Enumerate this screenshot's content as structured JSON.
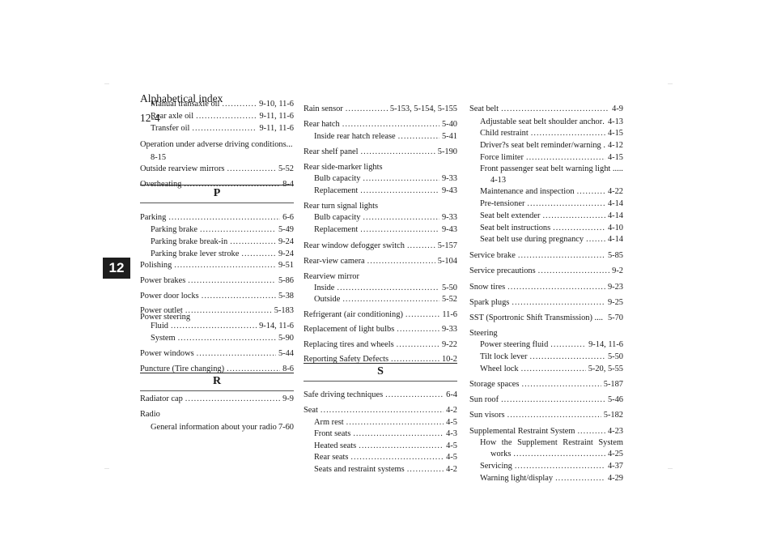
{
  "header": {
    "title": "Alphabetical index",
    "page_number": "12-4",
    "chapter": "12"
  },
  "columns": [
    {
      "entries": [
        {
          "term": "Manual transaxle oil",
          "page": "9-10, 11-6",
          "level": 1
        },
        {
          "term": "Rear axle oil",
          "page": "9-11, 11-6",
          "level": 1
        },
        {
          "term": "Transfer oil",
          "page": "9-11, 11-6",
          "level": 1
        },
        {
          "term": "Operation under adverse driving conditions...",
          "level": 0,
          "plain": true
        },
        {
          "term": "8-15",
          "level": 0,
          "continuation": true
        },
        {
          "term": "Outside rearview mirrors",
          "page": "5-52",
          "level": 0
        },
        {
          "term": "Overheating",
          "page": "8-4",
          "level": 0
        },
        {
          "section": "P"
        },
        {
          "term": "Parking",
          "page": "6-6",
          "level": 0
        },
        {
          "term": "Parking brake",
          "page": "5-49",
          "level": 1
        },
        {
          "term": "Parking brake break-in",
          "page": "9-24",
          "level": 1
        },
        {
          "term": "Parking brake lever stroke",
          "page": "9-24",
          "level": 1
        },
        {
          "term": "Polishing",
          "page": "9-51",
          "level": 0
        },
        {
          "term": "Power brakes",
          "page": "5-86",
          "level": 0
        },
        {
          "term": "Power door locks",
          "page": "5-38",
          "level": 0
        },
        {
          "term": "Power outlet",
          "page": "5-183",
          "level": 0
        },
        {
          "term": "Power steering",
          "level": 0,
          "plain": true
        },
        {
          "term": "Fluid",
          "page": "9-14, 11-6",
          "level": 1
        },
        {
          "term": "System",
          "page": "5-90",
          "level": 1
        },
        {
          "term": "Power windows",
          "page": "5-44",
          "level": 0
        },
        {
          "term": "Puncture (Tire changing)",
          "page": "8-6",
          "level": 0
        },
        {
          "section": "R"
        },
        {
          "term": "Radiator cap",
          "page": "9-9",
          "level": 0
        },
        {
          "term": "Radio",
          "level": 0,
          "plain": true
        },
        {
          "term": "General information about your radio",
          "page": "7-60",
          "level": 1,
          "nodots": true
        }
      ]
    },
    {
      "entries": [
        {
          "term": "Rain sensor",
          "page": "5-153, 5-154, 5-155",
          "level": 0
        },
        {
          "term": "Rear hatch",
          "page": "5-40",
          "level": 0
        },
        {
          "term": "Inside rear hatch release",
          "page": "5-41",
          "level": 1
        },
        {
          "term": "Rear shelf panel",
          "page": "5-190",
          "level": 0
        },
        {
          "term": "Rear side-marker lights",
          "level": 0,
          "plain": true
        },
        {
          "term": "Bulb capacity",
          "page": "9-33",
          "level": 1
        },
        {
          "term": "Replacement",
          "page": "9-43",
          "level": 1
        },
        {
          "term": "Rear turn signal lights",
          "level": 0,
          "plain": true
        },
        {
          "term": "Bulb capacity",
          "page": "9-33",
          "level": 1
        },
        {
          "term": "Replacement",
          "page": "9-43",
          "level": 1
        },
        {
          "term": "Rear window defogger switch",
          "page": "5-157",
          "level": 0
        },
        {
          "term": "Rear-view camera",
          "page": "5-104",
          "level": 0
        },
        {
          "term": "Rearview mirror",
          "level": 0,
          "plain": true
        },
        {
          "term": "Inside",
          "page": "5-50",
          "level": 1
        },
        {
          "term": "Outside",
          "page": "5-52",
          "level": 1
        },
        {
          "term": "Refrigerant (air conditioning)",
          "page": "11-6",
          "level": 0
        },
        {
          "term": "Replacement of light bulbs",
          "page": "9-33",
          "level": 0
        },
        {
          "term": "Replacing tires and wheels",
          "page": "9-22",
          "level": 0
        },
        {
          "term": "Reporting Safety Defects",
          "page": "10-2",
          "level": 0
        },
        {
          "section": "S"
        },
        {
          "term": "Safe driving techniques",
          "page": "6-4",
          "level": 0
        },
        {
          "term": "Seat",
          "page": "4-2",
          "level": 0
        },
        {
          "term": "Arm rest",
          "page": "4-5",
          "level": 1
        },
        {
          "term": "Front seats",
          "page": "4-3",
          "level": 1
        },
        {
          "term": "Heated seats",
          "page": "4-5",
          "level": 1
        },
        {
          "term": "Rear seats",
          "page": "4-5",
          "level": 1
        },
        {
          "term": "Seats and restraint systems",
          "page": "4-2",
          "level": 1
        }
      ]
    },
    {
      "entries": [
        {
          "term": "Seat belt",
          "page": "4-9",
          "level": 0
        },
        {
          "term": "Adjustable seat belt shoulder anchor",
          "page": "4-13",
          "level": 1,
          "sep": ". "
        },
        {
          "term": "Child restraint",
          "page": "4-15",
          "level": 1
        },
        {
          "term": "Driver?s seat belt reminder/warning",
          "page": "4-12",
          "level": 1,
          "sep": " . "
        },
        {
          "term": "Force limiter",
          "page": "4-15",
          "level": 1
        },
        {
          "term": "Front passenger seat belt warning light .....",
          "level": 1,
          "plain": true
        },
        {
          "term": "4-13",
          "level": 2,
          "continuation": true
        },
        {
          "term": "Maintenance and inspection",
          "page": "4-22",
          "level": 1
        },
        {
          "term": "Pre-tensioner",
          "page": "4-14",
          "level": 1
        },
        {
          "term": "Seat belt extender",
          "page": "4-14",
          "level": 1
        },
        {
          "term": "Seat belt instructions",
          "page": "4-10",
          "level": 1
        },
        {
          "term": "Seat belt use during pregnancy",
          "page": "4-14",
          "level": 1
        },
        {
          "term": "Service brake",
          "page": "5-85",
          "level": 0
        },
        {
          "term": "Service precautions",
          "page": "9-2",
          "level": 0
        },
        {
          "term": "Snow tires",
          "page": "9-23",
          "level": 0
        },
        {
          "term": "Spark plugs",
          "page": "9-25",
          "level": 0
        },
        {
          "term": "SST (Sportronic Shift Transmission)",
          "page": "5-70",
          "level": 0,
          "sep": " .... "
        },
        {
          "term": "Steering",
          "level": 0,
          "plain": true
        },
        {
          "term": "Power steering fluid",
          "page": "9-14, 11-6",
          "level": 1
        },
        {
          "term": "Tilt lock lever",
          "page": "5-50",
          "level": 1
        },
        {
          "term": "Wheel lock",
          "page": "5-20, 5-55",
          "level": 1
        },
        {
          "term": "Storage spaces",
          "page": "5-187",
          "level": 0
        },
        {
          "term": "Sun roof",
          "page": "5-46",
          "level": 0
        },
        {
          "term": "Sun visors",
          "page": "5-182",
          "level": 0
        },
        {
          "term": "Supplemental Restraint System",
          "page": "4-23",
          "level": 0
        },
        {
          "term": "How the Supplement Restraint System",
          "level": 1,
          "plain": true,
          "justified": true
        },
        {
          "term": "works",
          "page": "4-25",
          "level": 2
        },
        {
          "term": "Servicing",
          "page": "4-37",
          "level": 1
        },
        {
          "term": "Warning light/display",
          "page": "4-29",
          "level": 1
        }
      ]
    }
  ]
}
